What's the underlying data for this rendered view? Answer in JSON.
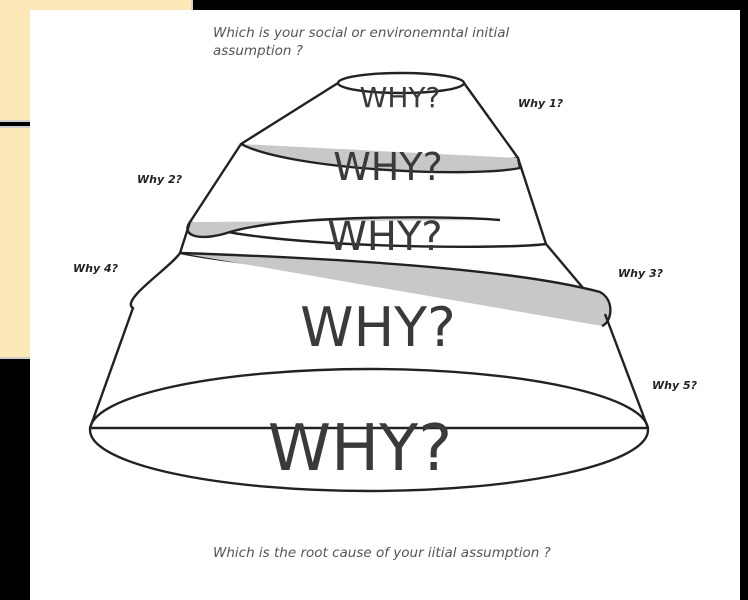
{
  "question_top": "Which is your social or environemntal initial assumption ?",
  "question_bottom": "Which is the root cause of your iitial assumption ?",
  "tier_text": [
    "WHY?",
    "WHY?",
    "WHY?",
    "WHY?",
    "WHY?"
  ],
  "side_labels": [
    "Why 1?",
    "Why 2?",
    "Why 3?",
    "Why 4?",
    "Why 5?"
  ]
}
